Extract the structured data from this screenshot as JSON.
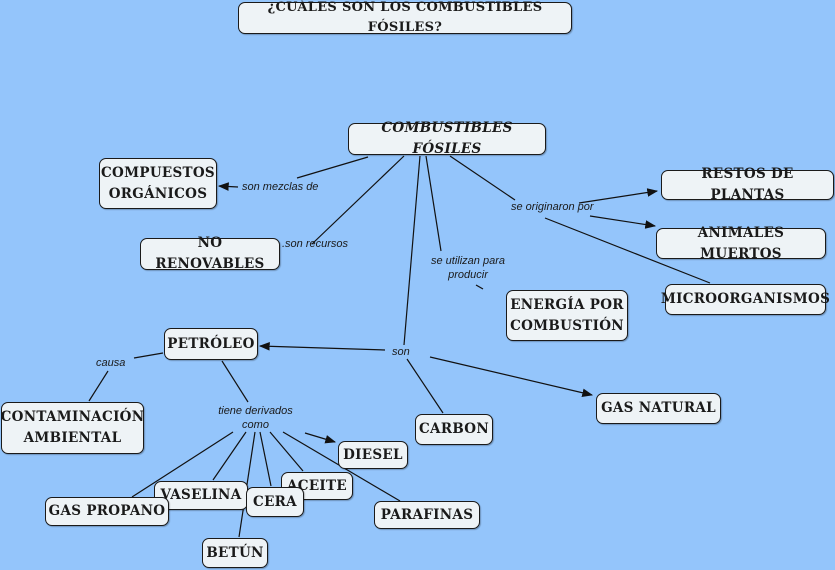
{
  "title": "¿CUÁLES SON LOS COMBUSTIBLES FÓSILES?",
  "nodes": {
    "combustibles": "COMBUSTIBLES FÓSILES",
    "compuestos": "COMPUESTOS ORGÁNICOS",
    "no_renovables": "NO RENOVABLES",
    "restos": "RESTOS DE PLANTAS",
    "animales": "ANIMALES MUERTOS",
    "micro": "MICROORGANISMOS",
    "energia": "ENERGÍA POR COMBUSTIÓN",
    "petroleo": "PETRÓLEO",
    "contaminacion": "CONTAMINACIÓN AMBIENTAL",
    "carbon": "CARBON",
    "gas_natural": "GAS NATURAL",
    "diesel": "DIESEL",
    "aceite": "ACEITE",
    "vaselina": "VASELINA",
    "cera": "CERA",
    "gas_propano": "GAS PROPANO",
    "betun": "BETÚN",
    "parafinas": "PARAFINAS"
  },
  "links": {
    "mezclas": "son mezclas de",
    "recursos": ".son recursos",
    "originaron": "se originaron por",
    "utilizan": "se utilizan para producir",
    "son": "son",
    "causa": "causa",
    "tiene": "tiene derivados como"
  },
  "colors": {
    "background": "#94c5fb",
    "node": "#eef3f6",
    "line": "#1a1a1a"
  }
}
